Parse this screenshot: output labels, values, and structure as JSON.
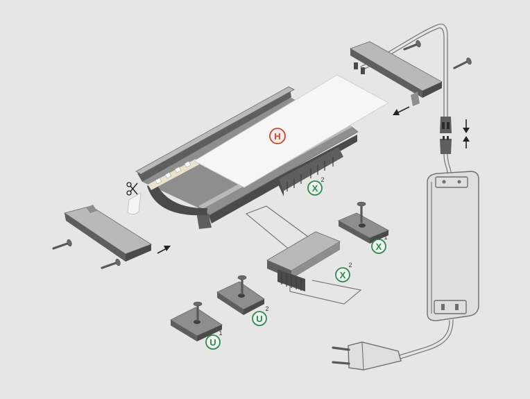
{
  "labels": {
    "diffuser": {
      "letter": "H"
    },
    "bracket_under_profile": {
      "letter": "X",
      "sup": "2"
    },
    "clip_x1": {
      "letter": "X",
      "sup": "1"
    },
    "bracket_center": {
      "letter": "X",
      "sup": "2"
    },
    "clip_u2": {
      "letter": "U",
      "sup": "2"
    },
    "clip_u1": {
      "letter": "U",
      "sup": "1"
    }
  },
  "icons": {
    "cut": "scissors-icon",
    "slide_in": "arrow-icon",
    "connect": "double-arrow-icon"
  },
  "colors": {
    "background": "#e6e6e6",
    "aluminum_light": "#b9b9b9",
    "aluminum_mid": "#8e8e8e",
    "aluminum_dark": "#5e5e5e",
    "label_green": "#2a8a52",
    "label_red": "#d2432b"
  }
}
